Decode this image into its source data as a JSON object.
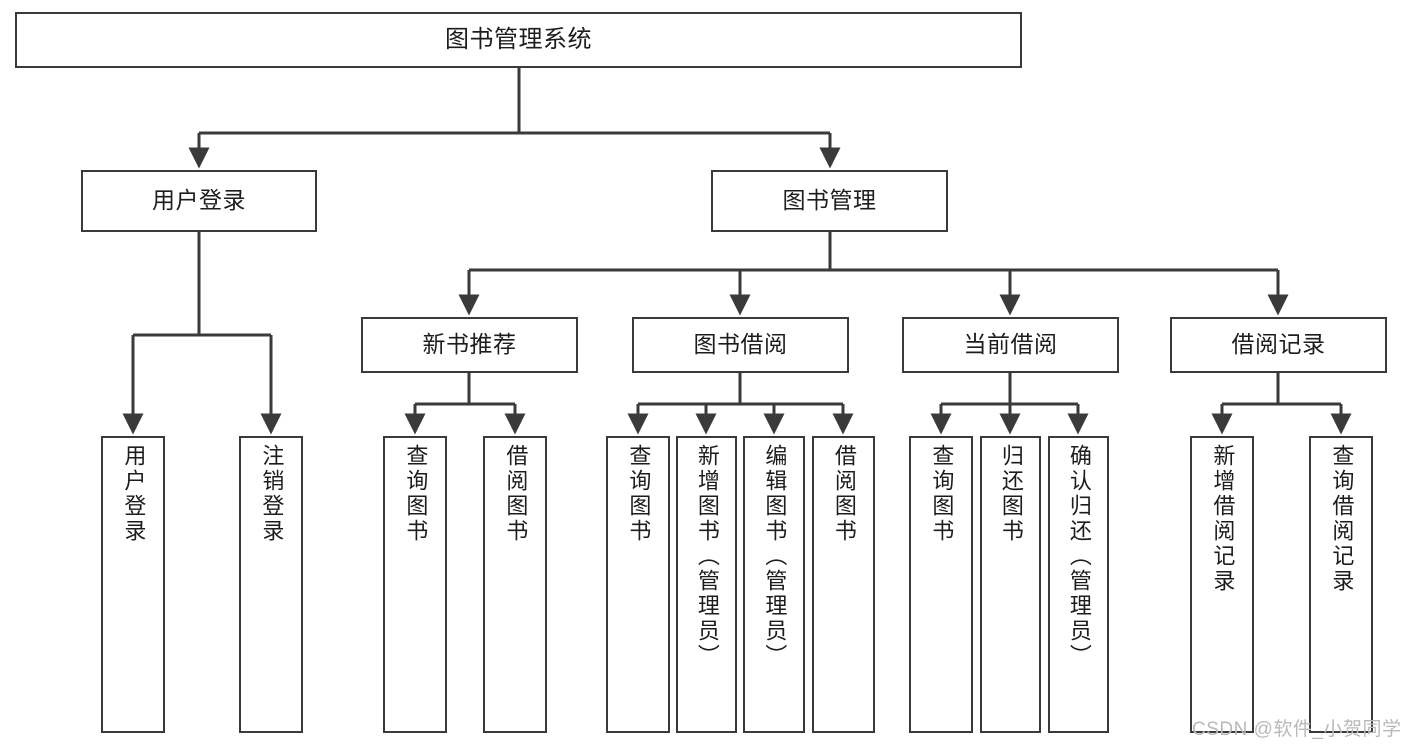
{
  "diagram": {
    "title": "图书管理系统",
    "type": "tree-hierarchy",
    "root": {
      "label": "图书管理系统"
    },
    "level2": [
      {
        "label": "用户登录"
      },
      {
        "label": "图书管理"
      }
    ],
    "level3": [
      {
        "label": "新书推荐"
      },
      {
        "label": "图书借阅"
      },
      {
        "label": "当前借阅"
      },
      {
        "label": "借阅记录"
      }
    ],
    "leaves": {
      "user_login": [
        {
          "label": "用户登录"
        },
        {
          "label": "注销登录"
        }
      ],
      "new_book": [
        {
          "label": "查询图书"
        },
        {
          "label": "借阅图书"
        }
      ],
      "borrow_book": [
        {
          "label": "查询图书"
        },
        {
          "label": "新增图书（管理员）"
        },
        {
          "label": "编辑图书（管理员）"
        },
        {
          "label": "借阅图书"
        }
      ],
      "current_borrow": [
        {
          "label": "查询图书"
        },
        {
          "label": "归还图书"
        },
        {
          "label": "确认归还（管理员）"
        }
      ],
      "borrow_record": [
        {
          "label": "新增借阅记录"
        },
        {
          "label": "查询借阅记录"
        }
      ]
    }
  },
  "watermark": {
    "text": "CSDN @软件_小贺同学"
  },
  "colors": {
    "stroke": "#3a3a3a",
    "background": "#ffffff",
    "text": "#1d1d1d",
    "watermark": "#b9b9b9"
  }
}
